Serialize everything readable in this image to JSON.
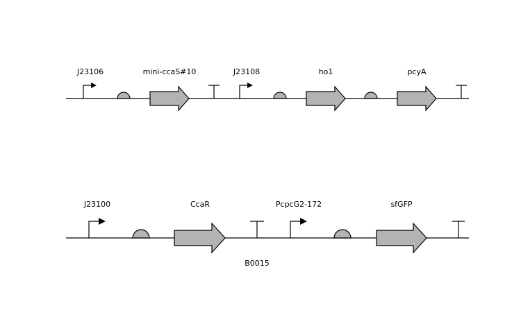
{
  "diagram": {
    "constructs": [
      {
        "parts": [
          {
            "type": "promoter",
            "label": "J23106"
          },
          {
            "type": "rbs",
            "label": ""
          },
          {
            "type": "cds",
            "label": "mini-ccaS#10"
          },
          {
            "type": "terminator",
            "label": ""
          },
          {
            "type": "promoter",
            "label": "J23108"
          },
          {
            "type": "rbs",
            "label": ""
          },
          {
            "type": "cds",
            "label": "ho1"
          },
          {
            "type": "rbs",
            "label": ""
          },
          {
            "type": "cds",
            "label": "pcyA"
          },
          {
            "type": "terminator",
            "label": ""
          }
        ]
      },
      {
        "parts": [
          {
            "type": "promoter",
            "label": "J23100"
          },
          {
            "type": "rbs",
            "label": ""
          },
          {
            "type": "cds",
            "label": "CcaR"
          },
          {
            "type": "terminator",
            "label": "B0015"
          },
          {
            "type": "promoter",
            "label": "PcpcG2-172"
          },
          {
            "type": "rbs",
            "label": ""
          },
          {
            "type": "cds",
            "label": "sfGFP"
          },
          {
            "type": "terminator",
            "label": ""
          }
        ]
      }
    ],
    "colors": {
      "cds_fill": "#b3b3b3",
      "rbs_fill": "#b3b3b3",
      "line": "#000000"
    }
  }
}
